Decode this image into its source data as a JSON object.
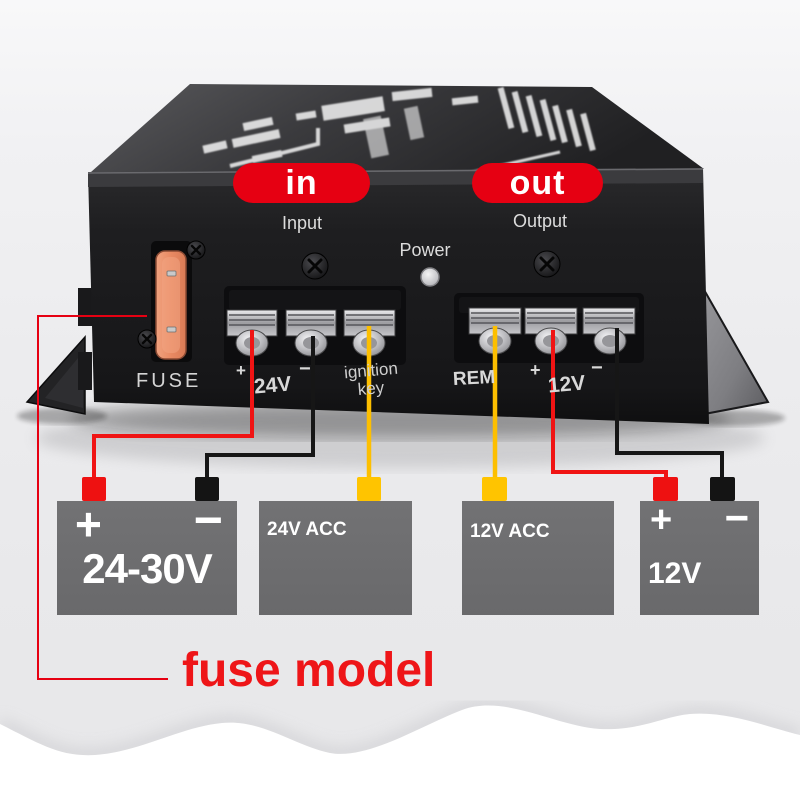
{
  "device": {
    "badges": {
      "in": "in",
      "out": "out"
    },
    "labels": {
      "input": "Input",
      "output": "Output",
      "power": "Power",
      "fuse": "FUSE"
    },
    "input_terminal": {
      "plus": "+",
      "volt": "24V",
      "minus": "−",
      "ignition_line1": "ignition",
      "ignition_line2": "key"
    },
    "output_terminal": {
      "rem": "REM",
      "plus": "+",
      "volt": "12V",
      "minus": "−"
    }
  },
  "diagram": {
    "battery24": {
      "plus": "+",
      "minus": "−",
      "label": "24-30V"
    },
    "acc24": {
      "label": "24V ACC"
    },
    "acc12": {
      "label": "12V ACC"
    },
    "battery12": {
      "plus": "+",
      "minus": "−",
      "label": "12V"
    },
    "annotation": "fuse model"
  },
  "colors": {
    "accent_red": "#e60012",
    "annotation_red": "#ee1518",
    "wire_red": "#f01414",
    "wire_black": "#161616",
    "wire_yellow": "#fdbf00",
    "block_gray": "#6d6d6d",
    "fuse_orange": "#ec9a76",
    "device_black": "#1c1c1e"
  }
}
